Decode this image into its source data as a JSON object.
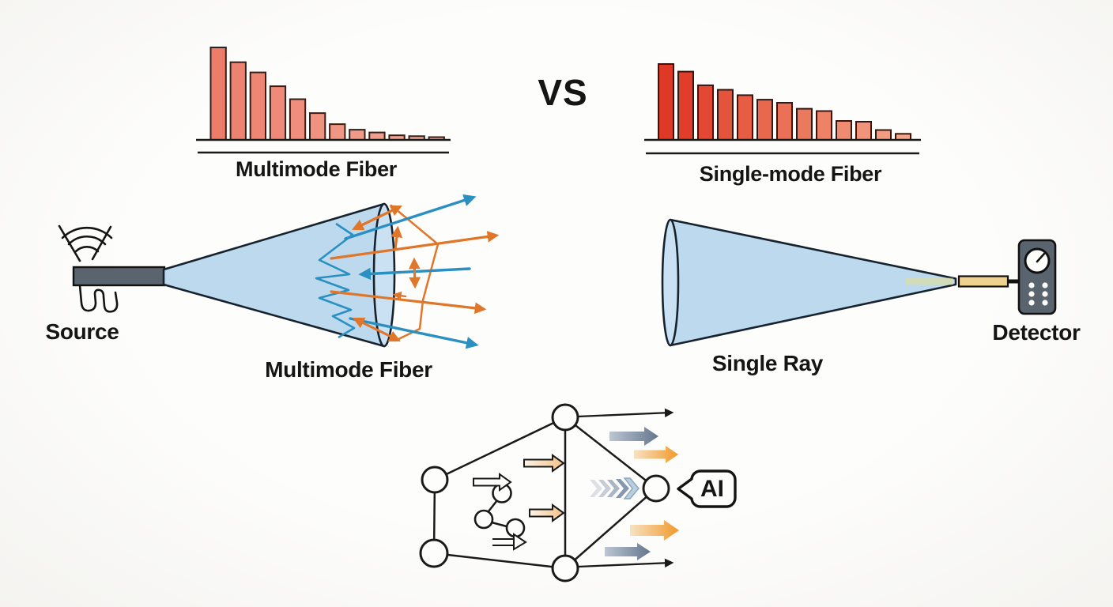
{
  "title": "Multimode vs Single-mode Fiber comparison diagram",
  "vs_label": "VS",
  "chart_data": [
    {
      "type": "bar",
      "title": "Multimode Fiber",
      "values": [
        100,
        84,
        73,
        58,
        44,
        29,
        17,
        11,
        8,
        5,
        4,
        3
      ],
      "ylabel": "",
      "xlabel": "",
      "axis": "double baseline, no ticks",
      "bar_colors": [
        "#ed7d6b",
        "#ee8270",
        "#ee8674",
        "#ef8a78",
        "#ef8e7c",
        "#f09280",
        "#f09684",
        "#f19a88",
        "#f19e8c",
        "#f2a290",
        "#f2a694",
        "#f3aa98"
      ]
    },
    {
      "type": "bar",
      "title": "Single-mode Fiber",
      "values": [
        100,
        90,
        72,
        66,
        59,
        53,
        49,
        41,
        38,
        25,
        24,
        13,
        8
      ],
      "ylabel": "",
      "xlabel": "",
      "axis": "double baseline, no ticks",
      "bar_colors": [
        "#de3827",
        "#e03d2b",
        "#e24833",
        "#e4533c",
        "#e65d44",
        "#e8674d",
        "#ea7056",
        "#eb795e",
        "#ed8267",
        "#ef8b70",
        "#f19479",
        "#f29d82",
        "#f4a68b"
      ]
    }
  ],
  "labels": {
    "source": "Source",
    "multimode_beam": "Multimode Fiber",
    "single_ray": "Single Ray",
    "detector": "Detector",
    "ai": "AI"
  },
  "palette": {
    "cone_fill": "#bcd9ee",
    "cone_edge": "#16222d",
    "beam_blue": "#2a8fc1",
    "scatter_orange": "#e0762a",
    "device_gray": "#59646e",
    "fiber_yellow": "#f0d28f",
    "arrow_steel": "#64758c",
    "arrow_orange": "#f0992a",
    "text": "#151515"
  }
}
